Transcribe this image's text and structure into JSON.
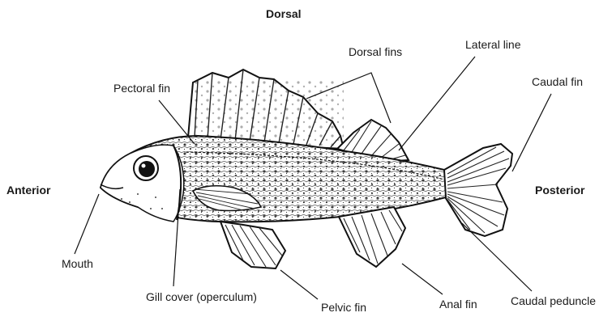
{
  "labels": {
    "dorsal": "Dorsal",
    "dorsal_fins": "Dorsal fins",
    "lateral_line": "Lateral line",
    "caudal_fin": "Caudal fin",
    "pectoral_fin": "Pectoral fin",
    "anterior": "Anterior",
    "posterior": "Posterior",
    "mouth": "Mouth",
    "gill_cover": "Gill cover (operculum)",
    "pelvic_fin": "Pelvic fin",
    "anal_fin": "Anal fin",
    "caudal_peduncle": "Caudal peduncle"
  }
}
